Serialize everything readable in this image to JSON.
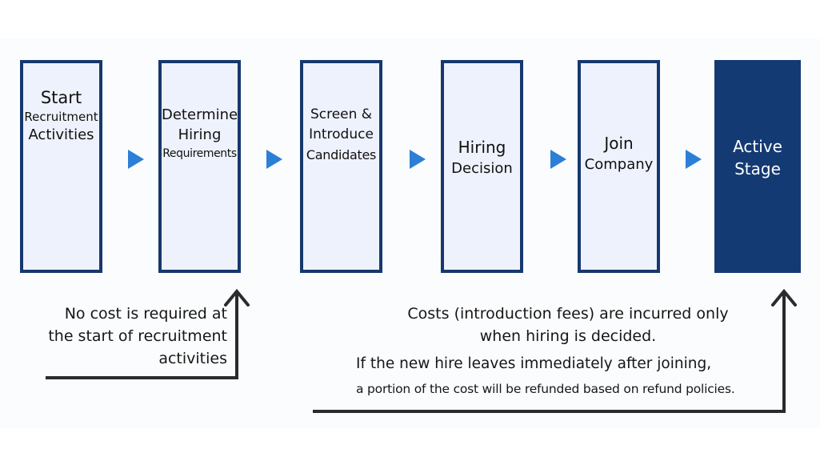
{
  "steps": [
    {
      "lines": [
        "Start",
        "Recruitment",
        "Activities"
      ]
    },
    {
      "lines": [
        "Determine",
        "Hiring",
        "Requirements"
      ]
    },
    {
      "lines": [
        "Screen &",
        "Introduce",
        "Candidates"
      ]
    },
    {
      "lines": [
        "Hiring",
        "Decision"
      ]
    },
    {
      "lines": [
        "Join",
        "Company"
      ]
    },
    {
      "lines": [
        "Active",
        "Stage"
      ]
    }
  ],
  "notes": {
    "left": [
      "No cost is required at",
      "the start of recruitment",
      "activities"
    ],
    "right_main": [
      "Costs (introduction fees) are incurred only",
      "when hiring is decided."
    ],
    "right_detail_1": "If the new hire leaves immediately after joining,",
    "right_detail_2": "a portion of the cost will be refunded based on refund policies."
  },
  "colors": {
    "box_border": "#16386e",
    "box_fill": "#eef2fc",
    "active_fill": "#143a73",
    "arrow": "#2c7fd6",
    "connector": "#2b2b2b"
  }
}
